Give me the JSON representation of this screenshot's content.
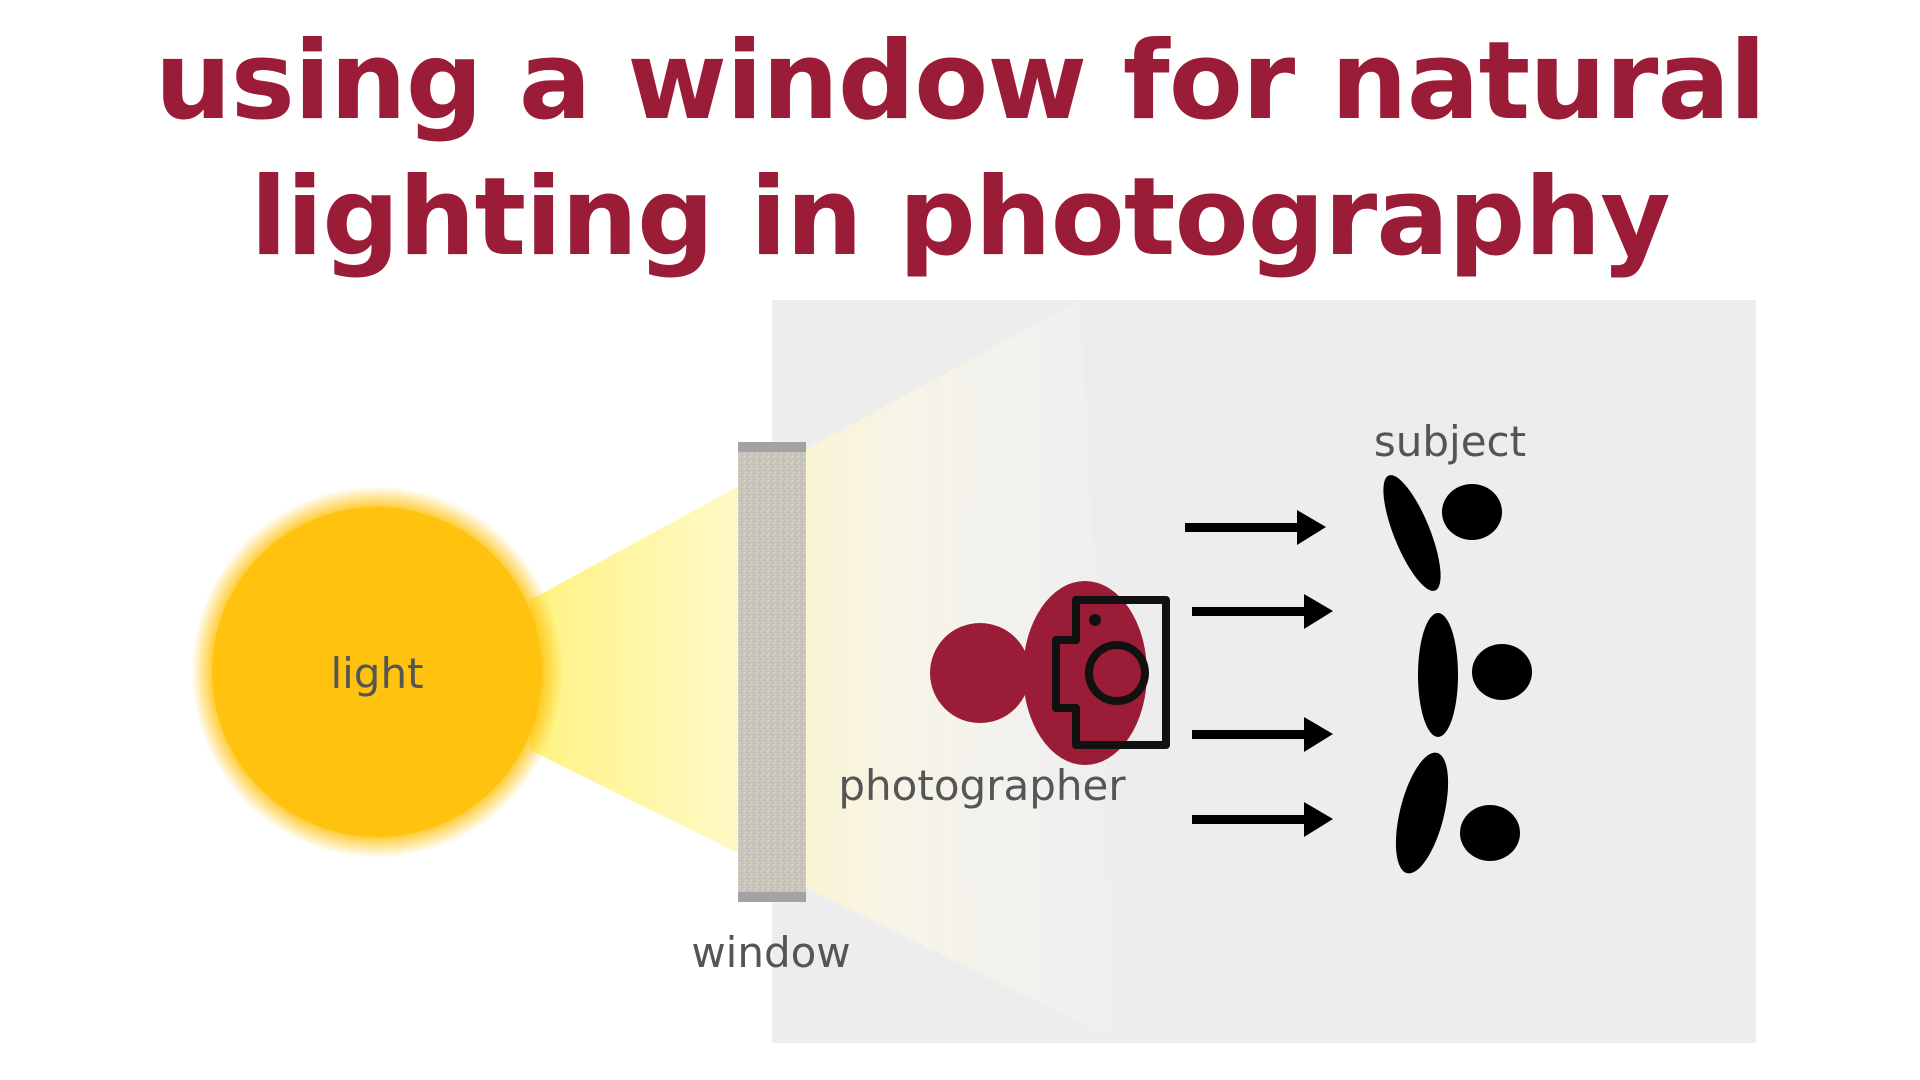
{
  "title": {
    "line1": "using a window for natural",
    "line2": "lighting in photography"
  },
  "labels": {
    "light": "light",
    "window": "window",
    "photographer": "photographer",
    "subject": "subject"
  },
  "icons": {
    "light_source": "sun-circle",
    "window": "window-pane",
    "photographer_head": "circle",
    "photographer_body": "semicircle",
    "camera": "camera-outline-icon",
    "arrows": "right-arrow-icon",
    "subjects": "subject-figure-icon"
  },
  "colors": {
    "title": "#9b1c37",
    "light": "#ffc20e",
    "room": "#eeeded",
    "window": "#a0a0a0",
    "photographer": "#9b1c37",
    "label": "#555555",
    "figures": "#000000"
  }
}
